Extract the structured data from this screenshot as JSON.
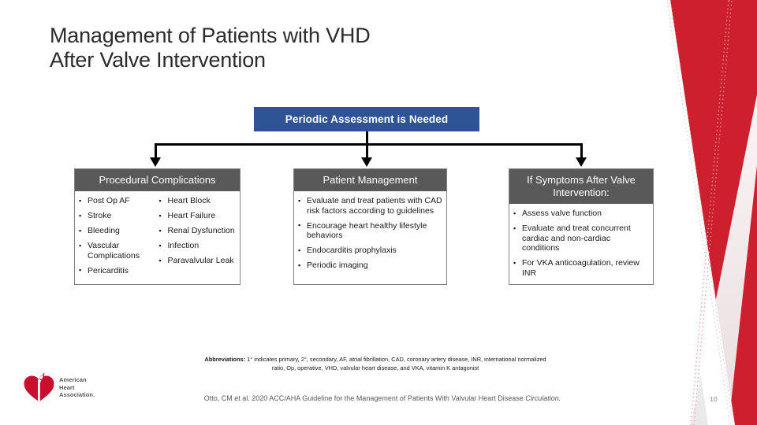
{
  "slide": {
    "title": "Management of Patients with VHD\nAfter Valve Intervention",
    "slide_number": "10",
    "accent_red": "#ce1f2e",
    "banner_blue": "#2e5496",
    "header_gray": "#595959"
  },
  "banner": {
    "label": "Periodic Assessment is Needed"
  },
  "boxes": [
    {
      "id": "procedural",
      "header": "Procedural Complications",
      "columns": [
        [
          "Post Op AF",
          "Stroke",
          "Bleeding",
          "Vascular Complications",
          "Pericarditis"
        ],
        [
          "Heart Block",
          "Heart Failure",
          "Renal Dysfunction",
          "Infection",
          "Paravalvular Leak"
        ]
      ]
    },
    {
      "id": "patient",
      "header": "Patient Management",
      "items": [
        "Evaluate and treat patients with CAD risk factors according to guidelines",
        "Encourage heart healthy lifestyle behaviors",
        "Endocarditis prophylaxis",
        "Periodic imaging"
      ]
    },
    {
      "id": "symptoms",
      "header": "If Symptoms After Valve Intervention:",
      "items": [
        "Assess valve function",
        "Evaluate and treat concurrent cardiac and non-cardiac conditions",
        "For VKA anticoagulation, review INR"
      ]
    }
  ],
  "footnotes": {
    "abbrev_label": "Abbreviations:",
    "abbrev_text": " 1° indicates primary, 2°, secondary, AF, atrial fibrillation, CAD, coronary artery disease, INR, international normalized ratio, Op, operative, VHD, valvular heart disease, and VKA, vitamin K antagonist",
    "citation_text": "Otto, CM et al. 2020 ACC/AHA Guideline for the Management of Patients With Valvular Heart Disease ",
    "citation_journal": "Circulation."
  },
  "logo": {
    "line1": "American",
    "line2": "Heart",
    "line3": "Association."
  }
}
